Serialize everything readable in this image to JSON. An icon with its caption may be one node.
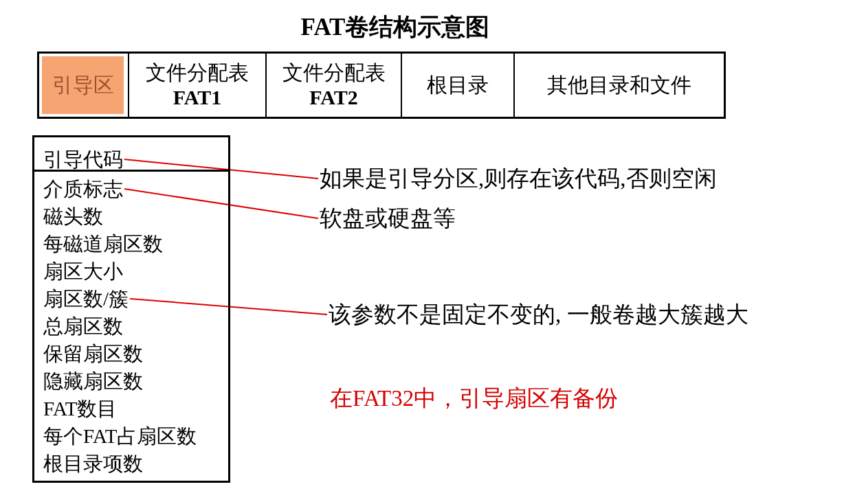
{
  "diagram": {
    "title": "FAT卷结构示意图",
    "nodes": [
      {
        "text": [
          "引导区"
        ]
      },
      {
        "text": [
          "文件分配表",
          "FAT1"
        ]
      },
      {
        "text": [
          "文件分配表",
          "FAT2"
        ]
      },
      {
        "text": [
          "根目录"
        ]
      },
      {
        "text": [
          "其他目录和文件"
        ]
      },
      {
        "text": [],
        "shape": "box"
      },
      {
        "text": [
          "引导代码"
        ],
        "in": 5
      },
      {
        "text": [
          "介质标志"
        ],
        "in": 5
      },
      {
        "text": [
          "磁头数"
        ],
        "in": 5
      },
      {
        "text": [
          "每磁道扇区数"
        ],
        "in": 5
      },
      {
        "text": [
          "扇区大小"
        ],
        "in": 5
      },
      {
        "text": [
          "扇区数/簇"
        ],
        "in": 5
      },
      {
        "text": [
          "总扇区数"
        ],
        "in": 5
      },
      {
        "text": [
          "保留扇区数"
        ],
        "in": 5
      },
      {
        "text": [
          "隐藏扇区数"
        ],
        "in": 5
      },
      {
        "text": [
          "FAT数目"
        ],
        "in": 5
      },
      {
        "text": [
          "每个FAT占扇区数"
        ],
        "in": 5
      },
      {
        "text": [
          "根目录项数"
        ],
        "in": 5
      },
      {
        "text": [
          "如果是引导分区,则存在该代码,否则空闲"
        ]
      },
      {
        "text": [
          "软盘或硬盘等"
        ]
      },
      {
        "text": [
          "该参数不是固定不变的, 一般卷越大簇越大"
        ]
      }
    ],
    "edges": [
      {
        "from": 18,
        "to": 6,
        "arrow": "none"
      },
      {
        "from": 19,
        "to": 7,
        "arrow": "none"
      },
      {
        "from": 20,
        "to": 11,
        "arrow": "none"
      }
    ],
    "labels": [
      "在FAT32中，引导扇区有备份"
    ]
  }
}
